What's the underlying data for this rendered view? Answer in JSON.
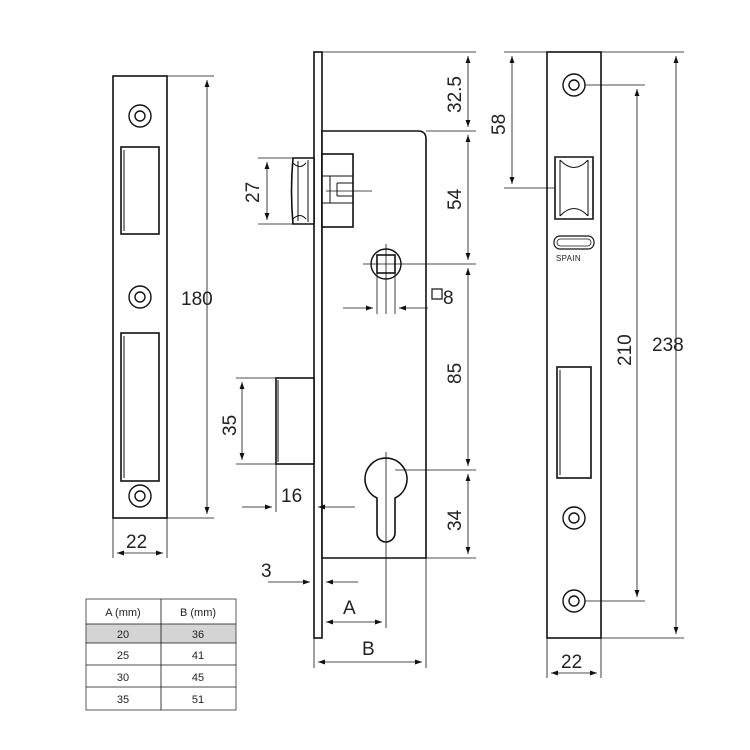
{
  "dimensions": {
    "strike_height": "180",
    "strike_width": "22",
    "latch_height": "27",
    "deadbolt_height": "35",
    "deadbolt_throw": "16",
    "forend_thickness": "3",
    "backset_a": "A",
    "backset_b": "B",
    "top_offset": "32.5",
    "latch_to_spindle": "54",
    "spindle_square": "8",
    "spindle_to_cylinder": "85",
    "cylinder_to_bottom": "34",
    "faceplate_latch_offset": "58",
    "faceplate_fixing": "210",
    "faceplate_height": "238",
    "faceplate_width": "22"
  },
  "brand": {
    "origin": "SPAIN"
  },
  "table": {
    "headers": [
      "A (mm)",
      "B (mm)"
    ],
    "rows": [
      [
        "20",
        "36"
      ],
      [
        "25",
        "41"
      ],
      [
        "30",
        "45"
      ],
      [
        "35",
        "51"
      ]
    ],
    "highlight_row": 0
  }
}
